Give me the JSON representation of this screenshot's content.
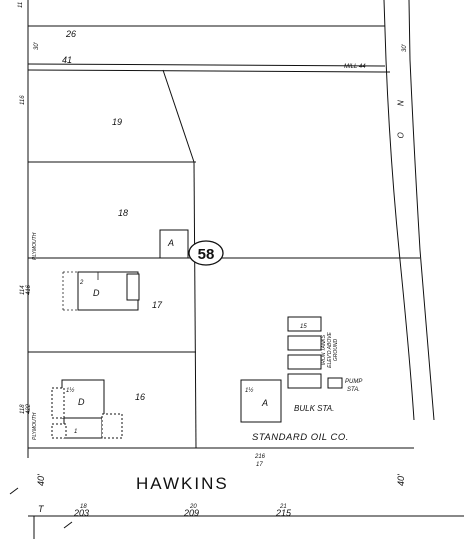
{
  "map": {
    "plate_number": "58",
    "street": "HAWKINS",
    "company": "STANDARD OIL CO.",
    "bulk_station": "BULK STA.",
    "pump_station": [
      "PUMP",
      "STA."
    ],
    "tank_note": [
      "IRON TANKS",
      "ELEV'D ABOVE",
      "GROUND"
    ],
    "mill_label": "MILL 44",
    "road_letters": "N O",
    "lots": [
      "19",
      "18",
      "17",
      "16",
      "26"
    ],
    "lot_41": "41",
    "house_numbers_left": [
      "116",
      "114",
      "118"
    ],
    "house_numbers_left2": [
      "416",
      "422"
    ],
    "street_names_vertical": [
      "PLYMOUTH",
      "PLYMOUTH"
    ],
    "dimension_30_top_left": "30'",
    "dimension_30_top_right": "30'",
    "dimension_40_left": "40'",
    "dimension_40_right": "40'",
    "dimension_11": "11",
    "bottom_numbers": [
      {
        "top": "216",
        "bottom": "17"
      },
      {
        "top": "18",
        "bottom": "203"
      },
      {
        "top": "20",
        "bottom": "209"
      },
      {
        "top": "21",
        "bottom": "215"
      }
    ],
    "bottom_left_letter": "T",
    "building_marks": {
      "a_label": "A",
      "d_label": "D",
      "one_half": "1½",
      "one": "1",
      "two": "2",
      "fifteen": "15"
    }
  }
}
